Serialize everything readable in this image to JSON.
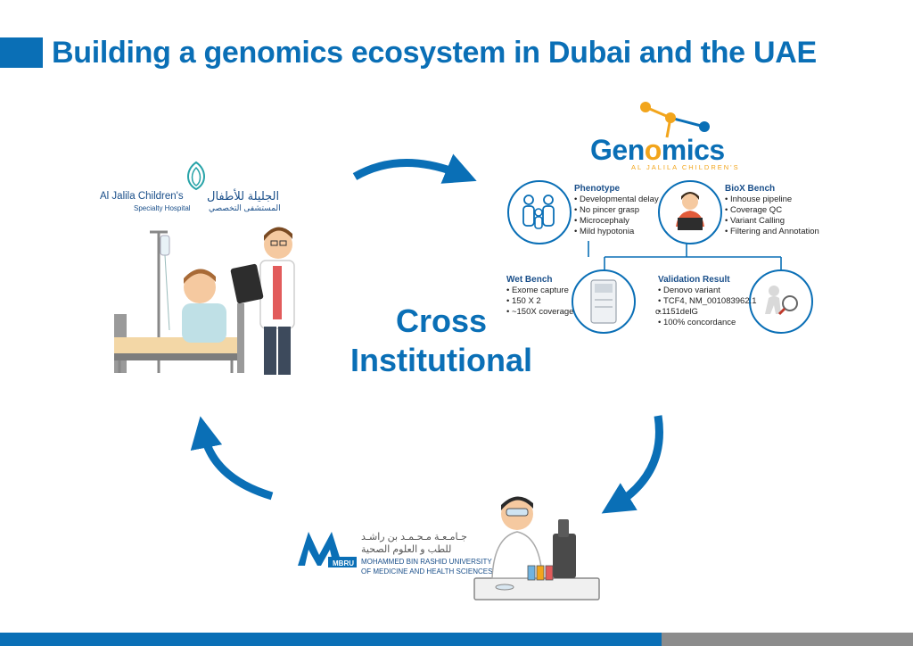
{
  "title": "Building a genomics ecosystem in Dubai and the UAE",
  "center_label_line1": "Cross",
  "center_label_line2": "Institutional",
  "genomics_logo": {
    "word_start": "Gen",
    "word_o": "o",
    "word_end": "mics",
    "subtitle": "AL JALILA CHILDREN'S"
  },
  "hospital_logo": {
    "name_en": "Al Jalila Children's",
    "sub_en": "Specialty Hospital",
    "name_ar": "الجليلة للأطفال",
    "sub_ar": "المستشفى التخصصي"
  },
  "university_logo": {
    "abbr": "MBRU",
    "name_ar_line1": "جـامـعـة مـحـمـد بن راشـد",
    "name_ar_line2": "للطب و العلوم الصحية",
    "name_en_line1": "MOHAMMED BIN RASHID UNIVERSITY",
    "name_en_line2": "OF MEDICINE AND HEALTH SCIENCES"
  },
  "phenotype": {
    "title": "Phenotype",
    "items": [
      "Developmental delay",
      "No pincer grasp",
      "Microcephaly",
      "Mild hypotonia"
    ]
  },
  "biox_bench": {
    "title": "BioX Bench",
    "items": [
      "Inhouse pipeline",
      "Coverage QC",
      "Variant Calling",
      "Filtering and Annotation"
    ]
  },
  "wet_bench": {
    "title": "Wet Bench",
    "items": [
      "Exome capture",
      "150 X 2",
      "~150X coverage"
    ]
  },
  "validation_result": {
    "title": "Validation Result",
    "items": [
      "Denovo variant",
      "TCF4, NM_001083962.1",
      "c.1151delG",
      "100% concordance"
    ]
  },
  "colors": {
    "brand_blue": "#0a6fb6",
    "genomics_orange": "#f2a51c",
    "footer_grey": "#8c8c8c"
  }
}
